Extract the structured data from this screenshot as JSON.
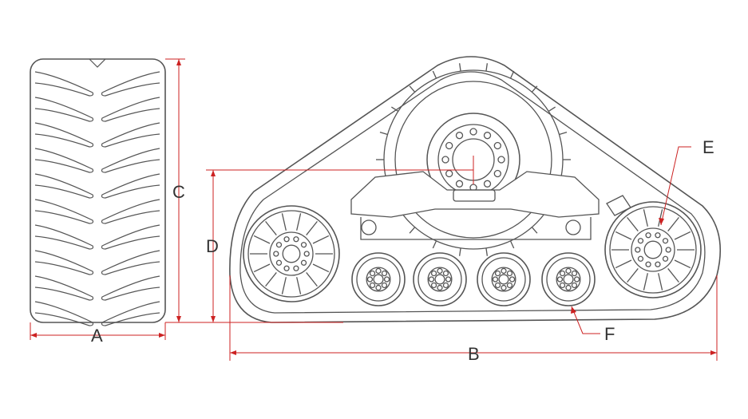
{
  "dimension_labels": {
    "a": "A",
    "b": "B",
    "c": "C",
    "d": "D",
    "e": "E",
    "f": "F"
  },
  "colors": {
    "line": "#555555",
    "dimension": "#cc2222",
    "background": "#ffffff"
  },
  "icons": [
    "track-tread-side-view",
    "track-system-profile",
    "drive-sprocket",
    "idler-wheel",
    "bogie-wheel"
  ]
}
